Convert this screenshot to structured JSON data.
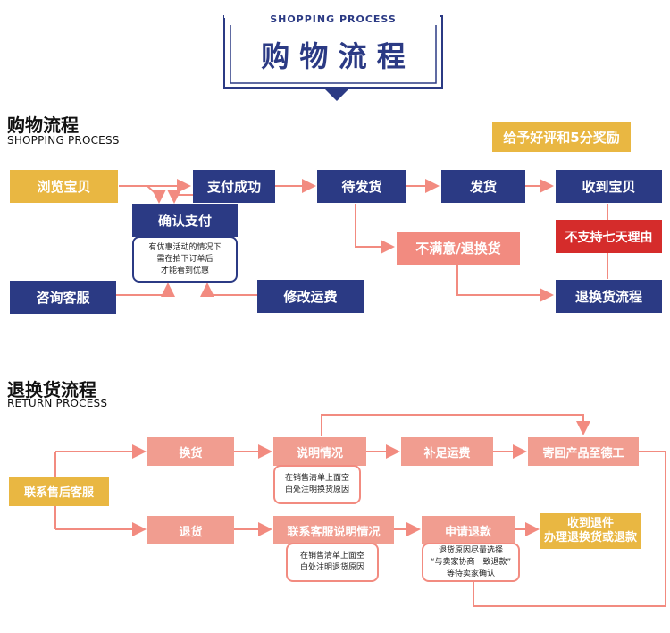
{
  "header": {
    "subtitle": "SHOPPING PROCESS",
    "title": "购 物 流 程"
  },
  "shopping": {
    "title": "购物流程",
    "subtitle": "SHOPPING PROCESS",
    "reward": "给予好评和5分奖励",
    "browse": "浏览宝贝",
    "pay_success": "支付成功",
    "confirm_pay": "确认支付",
    "confirm_note": "有优惠活动的情况下\n需在拍下订单后\n才能看到优惠",
    "consult": "咨询客服",
    "modify_freight": "修改运费",
    "await_ship": "待发货",
    "ship": "发货",
    "received": "收到宝贝",
    "no_seven_day": "不支持七天理由",
    "unsatisfied": "不满意/退换货",
    "return_flow": "退换货流程"
  },
  "returns": {
    "title": "退换货流程",
    "subtitle": "RETURN PROCESS",
    "contact_after": "联系售后客服",
    "exchange": "换货",
    "explain": "说明情况",
    "explain_note": "在销售清单上面空\n白处注明换货原因",
    "pay_freight": "补足运费",
    "send_back": "寄回产品至德工",
    "refund": "退货",
    "contact_explain": "联系客服说明情况",
    "contact_note": "在销售清单上面空\n白处注明退货原因",
    "apply_refund": "申请退款",
    "apply_note": "退货原因尽量选择\n“与卖家协商一致退款”\n等待卖家确认",
    "receive_return": "收到退件\n办理退换货或退款"
  }
}
